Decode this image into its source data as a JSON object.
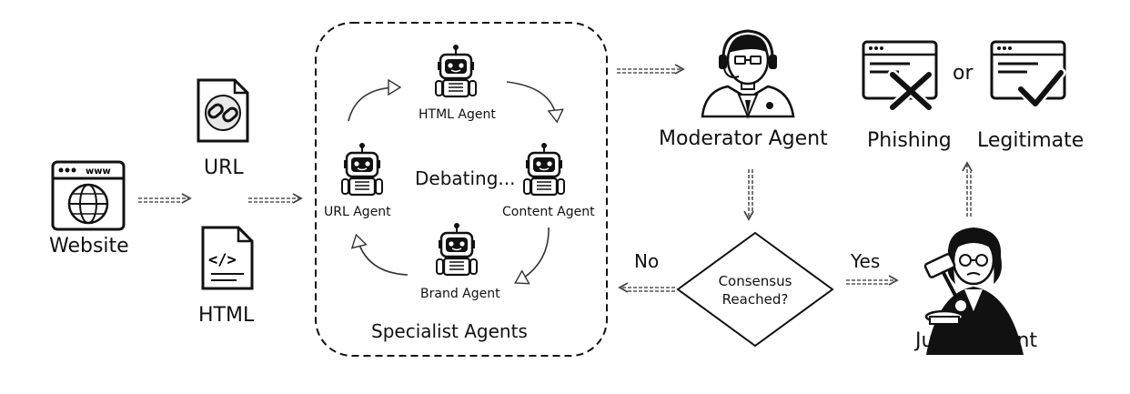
{
  "inputs": {
    "website": "Website",
    "url": "URL",
    "html": "HTML"
  },
  "group": {
    "title": "Specialist Agents",
    "status": "Debating..."
  },
  "agents": {
    "html_agent": "HTML Agent",
    "url_agent": "URL Agent",
    "content_agent": "Content Agent",
    "brand_agent": "Brand Agent"
  },
  "moderator": {
    "label": "Moderator Agent"
  },
  "decision": {
    "line1": "Consensus",
    "line2": "Reached?",
    "no": "No",
    "yes": "Yes"
  },
  "judge": {
    "label": "Judge Agent"
  },
  "outputs": {
    "phishing": "Phishing",
    "or": "or",
    "legitimate": "Legitimate"
  },
  "icons": [
    "globe-window-icon",
    "link-document-icon",
    "code-document-icon",
    "robot-icon",
    "moderator-icon",
    "judge-icon",
    "phishing-window-icon",
    "legitimate-window-icon"
  ]
}
